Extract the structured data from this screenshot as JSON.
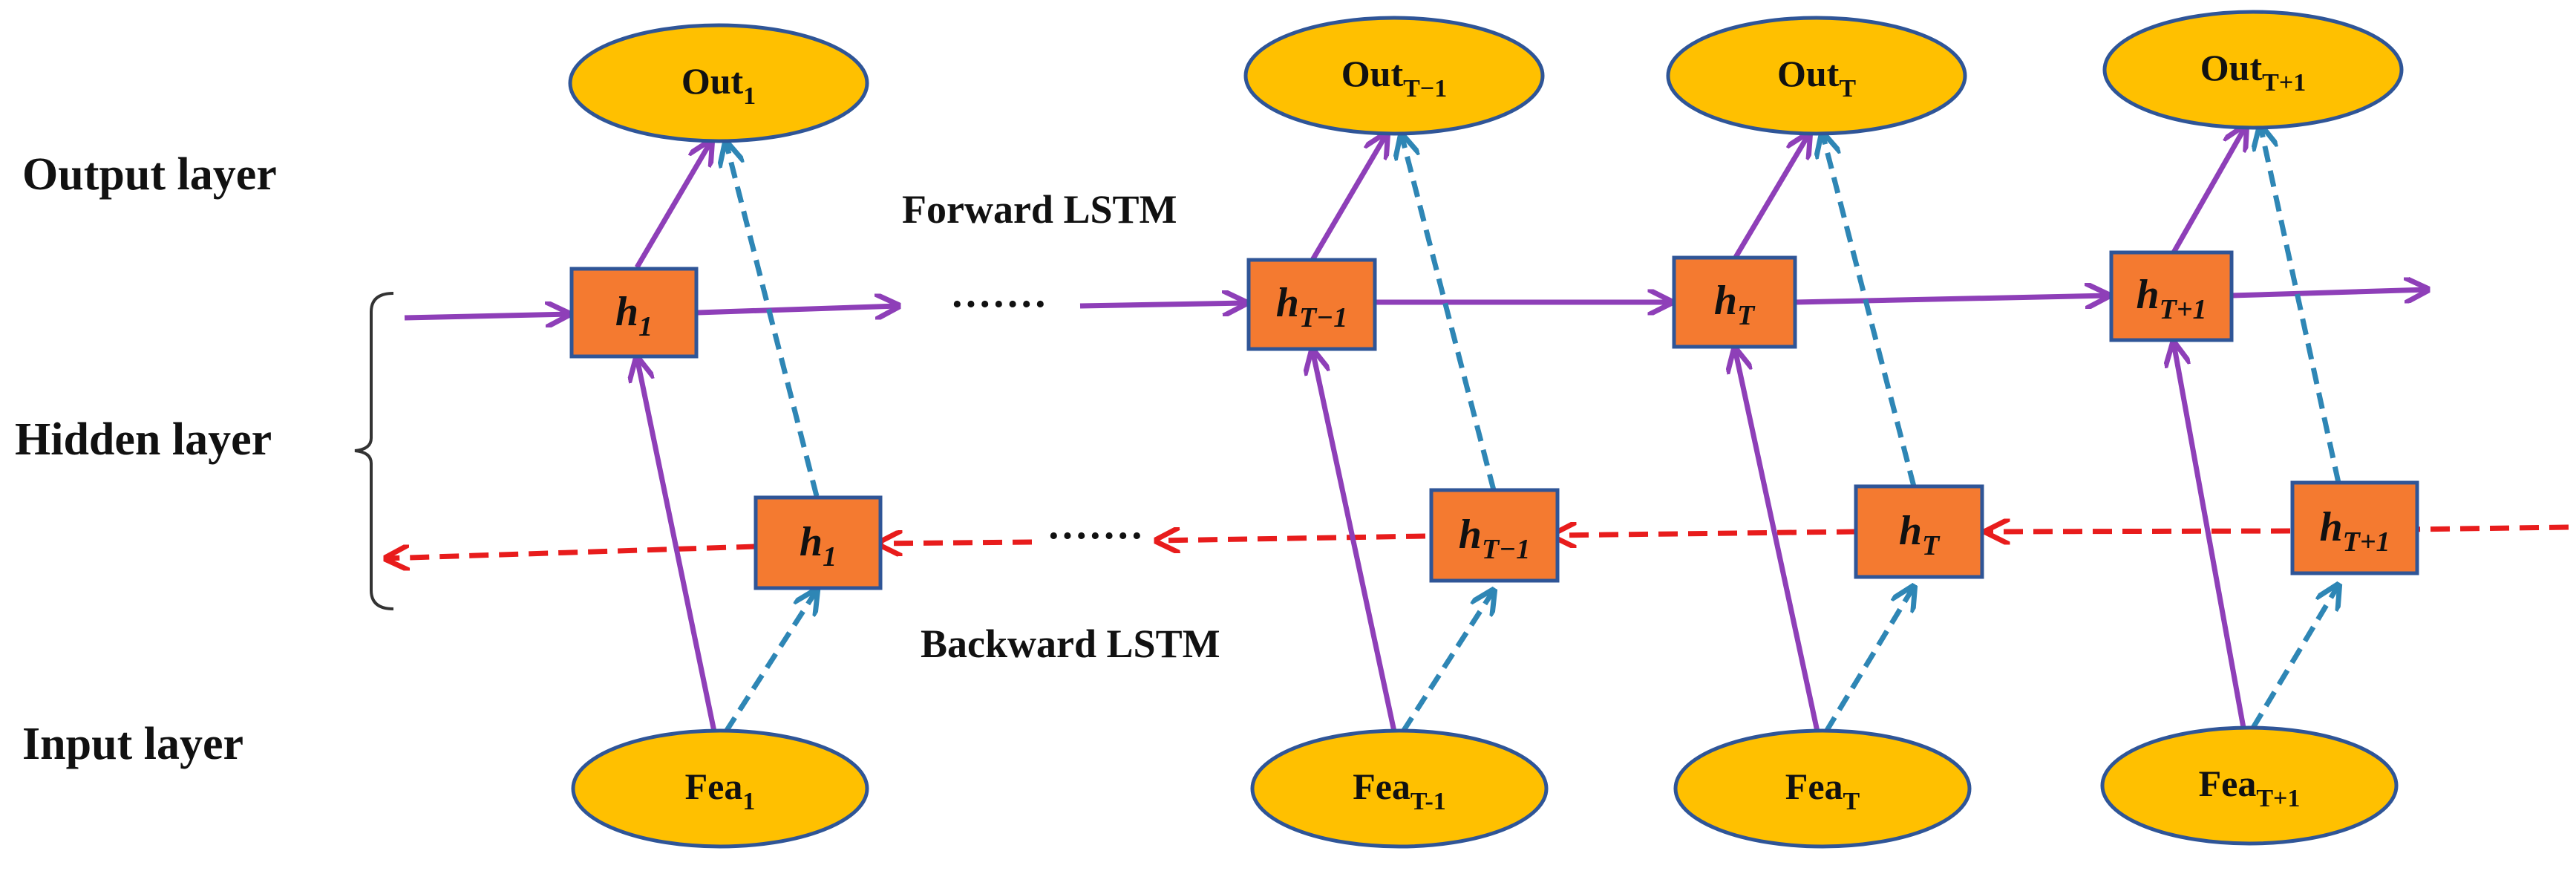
{
  "layers": {
    "output": "Output layer",
    "hidden": "Hidden layer",
    "input": "Input layer"
  },
  "directions": {
    "forward": "Forward LSTM",
    "backward": "Backward LSTM"
  },
  "ellipsis": "·······",
  "outputs": [
    {
      "base": "Out",
      "sub": "1"
    },
    {
      "base": "Out",
      "sub": "T−1"
    },
    {
      "base": "Out",
      "sub": "T"
    },
    {
      "base": "Out",
      "sub": "T+1"
    }
  ],
  "inputs": [
    {
      "base": "Fea",
      "sub": "1"
    },
    {
      "base": "Fea",
      "sub": "T-1"
    },
    {
      "base": "Fea",
      "sub": "T"
    },
    {
      "base": "Fea",
      "sub": "T+1"
    }
  ],
  "forward_states": [
    {
      "base": "h",
      "sub": "1"
    },
    {
      "base": "h",
      "sub": "T−1"
    },
    {
      "base": "h",
      "sub": "T"
    },
    {
      "base": "h",
      "sub": "T+1"
    }
  ],
  "backward_states": [
    {
      "base": "h",
      "sub": "1"
    },
    {
      "base": "h",
      "sub": "T−1"
    },
    {
      "base": "h",
      "sub": "T"
    },
    {
      "base": "h",
      "sub": "T+1"
    }
  ],
  "colors": {
    "node_fill": "#ffc000",
    "node_stroke": "#2f5597",
    "state_fill": "#f47a30",
    "state_stroke": "#2f5597",
    "forward": "#8e3fb8",
    "backward": "#e81c1c",
    "dashed_link": "#2e86b5"
  }
}
